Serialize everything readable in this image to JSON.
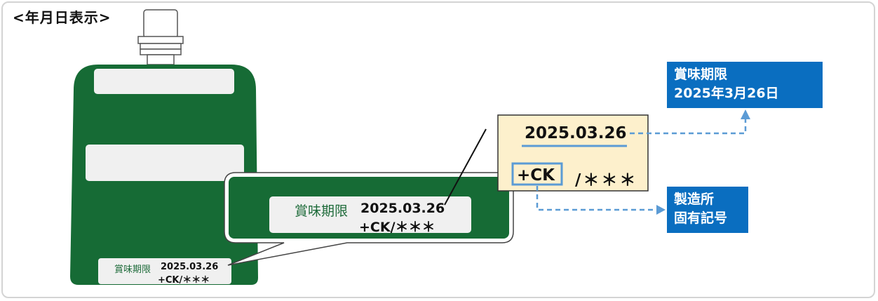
{
  "heading": "<年月日表示>",
  "package": {
    "label_title": "賞味期限",
    "date": "2025.03.26",
    "code": "+CK/＊＊＊"
  },
  "detail": {
    "date": "2025.03.26",
    "plant_code": "+CK",
    "lot_mark": "/＊＊＊"
  },
  "callouts": {
    "expiry_line1": "賞味期限",
    "expiry_line2": "2025年3月26日",
    "mfg_line1": "製造所",
    "mfg_line2": "固有記号"
  },
  "colors": {
    "package_green": "#166b35",
    "callout_blue": "#0a6ec0",
    "detail_bg": "#fdf0cc",
    "connector": "#5b9bd5"
  }
}
